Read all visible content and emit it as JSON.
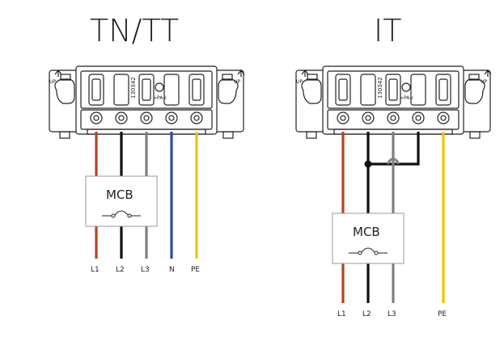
{
  "diagrams": {
    "left": {
      "title": "TN/TT",
      "mcb_label": "MCB",
      "wires": [
        {
          "label": "L1",
          "color": "#b5441f"
        },
        {
          "label": "L2",
          "color": "#111111"
        },
        {
          "label": "L3",
          "color": "#808080"
        },
        {
          "label": "N",
          "color": "#2a4c9c"
        },
        {
          "label": "PE",
          "color": "#f2c300"
        }
      ]
    },
    "right": {
      "title": "IT",
      "mcb_label": "MCB",
      "wires": [
        {
          "label": "L1",
          "color": "#b5441f"
        },
        {
          "label": "L2",
          "color": "#111111"
        },
        {
          "label": "L3",
          "color": "#808080"
        },
        {
          "label": "PE",
          "color": "#f2c300"
        }
      ]
    }
  },
  "connector": {
    "part_number": "130342",
    "up_label": "UP",
    "pa_label": ">PA<"
  }
}
